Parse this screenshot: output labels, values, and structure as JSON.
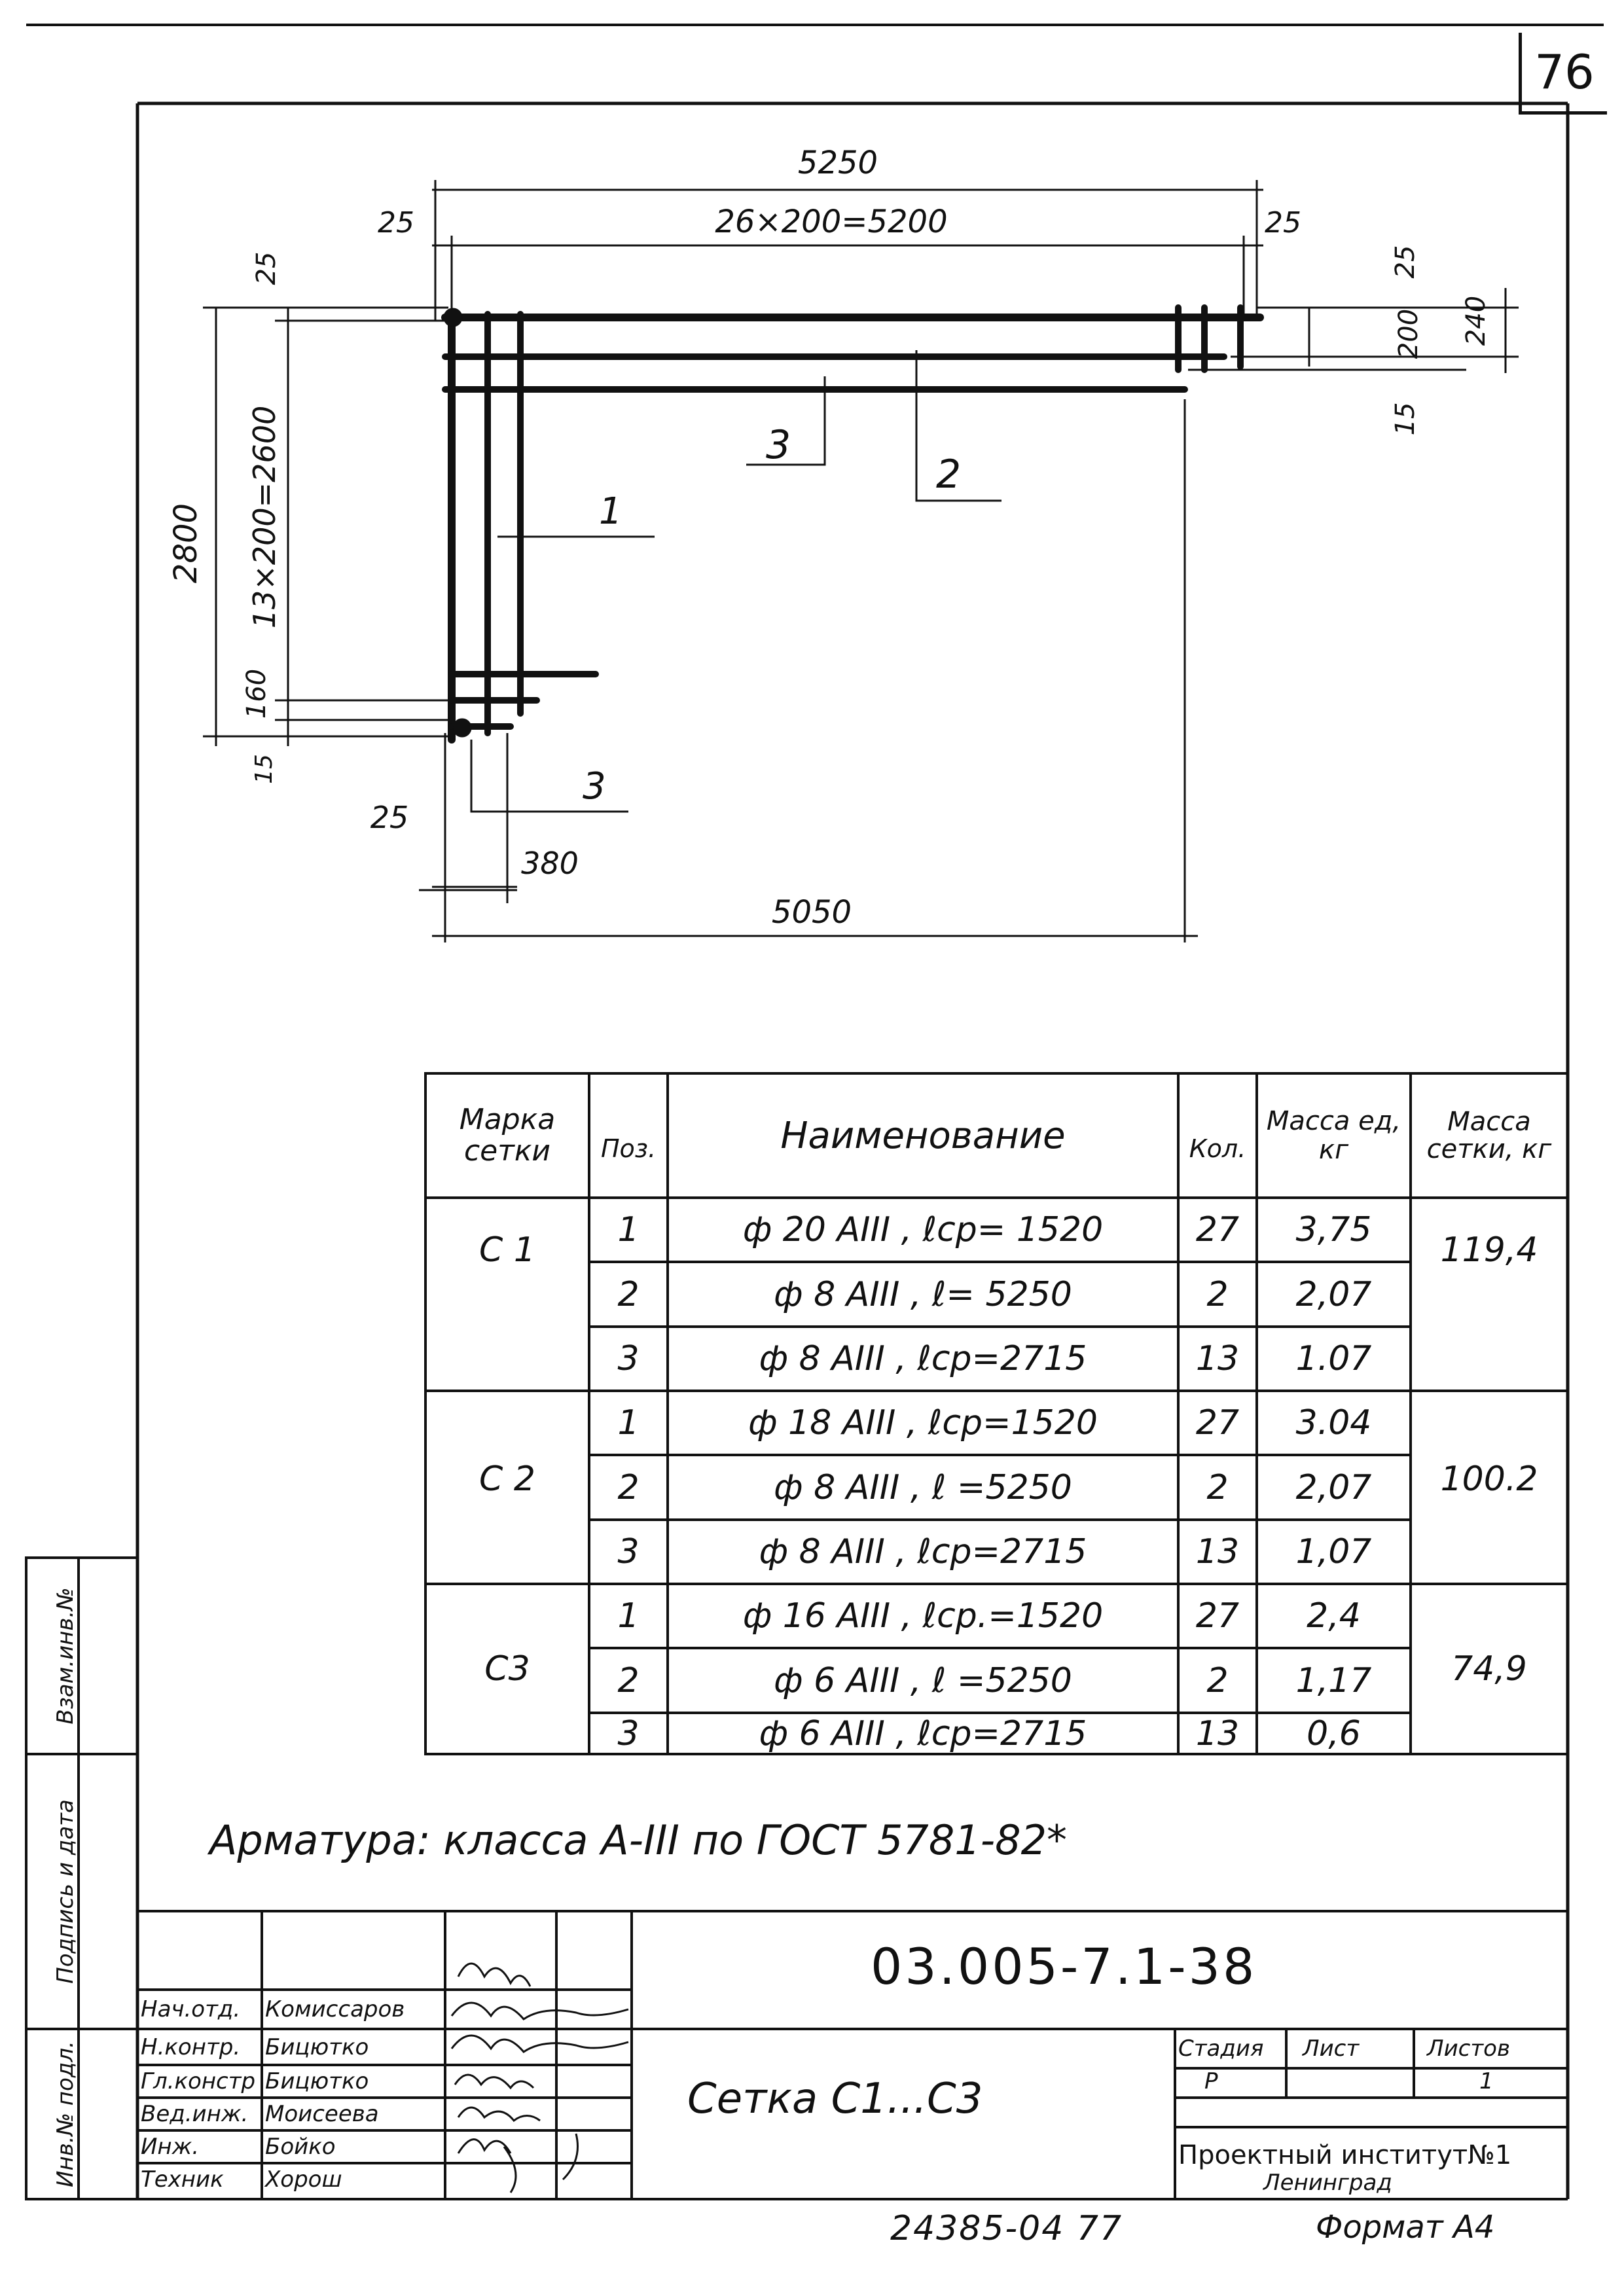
{
  "sheet": {
    "page_number": "76",
    "format_label": "Формат А4",
    "bottom_code": "24385-04 77"
  },
  "drawing": {
    "dims": {
      "top_total": "5250",
      "top_span": "26×200=5200",
      "top_left_offset": "25",
      "top_right_offset": "25",
      "right_25": "25",
      "right_200": "200",
      "right_240": "240",
      "right_15": "15",
      "left_total": "2800",
      "left_span": "13×200=2600",
      "left_25": "25",
      "left_160": "160",
      "left_15": "15",
      "bottom_25": "25",
      "bottom_380": "380",
      "bottom_total": "5050"
    },
    "callouts": {
      "pos1": "1",
      "pos2": "2",
      "pos3_top": "3",
      "pos3_bottom": "3"
    }
  },
  "spec_table": {
    "headers": {
      "mark": "Марка сетки",
      "pos": "Поз.",
      "name": "Наименование",
      "qty": "Кол.",
      "mass_unit": "Масса ед, кг",
      "mass_mesh": "Масса сетки, кг"
    },
    "groups": [
      {
        "mark": "С 1",
        "mass": "119,4",
        "rows": [
          {
            "pos": "1",
            "name": "ф 20 АIII , ℓср= 1520",
            "qty": "27",
            "mass": "3,75"
          },
          {
            "pos": "2",
            "name": "ф 8 АIII , ℓ= 5250",
            "qty": "2",
            "mass": "2,07"
          },
          {
            "pos": "3",
            "name": "ф 8 АIII , ℓср=2715",
            "qty": "13",
            "mass": "1.07"
          }
        ]
      },
      {
        "mark": "С 2",
        "mass": "100.2",
        "rows": [
          {
            "pos": "1",
            "name": "ф 18 АIII , ℓср=1520",
            "qty": "27",
            "mass": "3.04"
          },
          {
            "pos": "2",
            "name": "ф 8 АIII , ℓ =5250",
            "qty": "2",
            "mass": "2,07"
          },
          {
            "pos": "3",
            "name": "ф 8 АIII , ℓср=2715",
            "qty": "13",
            "mass": "1,07"
          }
        ]
      },
      {
        "mark": "С3",
        "mass": "74,9",
        "rows": [
          {
            "pos": "1",
            "name": "ф 16 АIII , ℓср.=1520",
            "qty": "27",
            "mass": "2,4"
          },
          {
            "pos": "2",
            "name": "ф 6 АIII , ℓ =5250",
            "qty": "2",
            "mass": "1,17"
          },
          {
            "pos": "3",
            "name": "ф 6 АIII , ℓср=2715",
            "qty": "13",
            "mass": "0,6"
          }
        ]
      }
    ]
  },
  "note": "Арматура: класса А-III по ГОСТ 5781-82*",
  "title_block": {
    "doc_code": "03.005-7.1-38",
    "title": "Сетка С1...С3",
    "stage_label": "Стадия",
    "sheet_label": "Лист",
    "sheets_label": "Листов",
    "stage_value": "Р",
    "sheet_value": "",
    "sheets_value": "1",
    "org_line1": "Проектный институт№1",
    "org_line2": "Ленинград",
    "staff": [
      {
        "role": "Нач.отд.",
        "name": "Комиссаров"
      },
      {
        "role": "Н.контр.",
        "name": "Бицютко"
      },
      {
        "role": "Гл.констр",
        "name": "Бицютко"
      },
      {
        "role": "Вед.инж.",
        "name": "Моисеева"
      },
      {
        "role": "Инж.",
        "name": "Бойко"
      },
      {
        "role": "Техник",
        "name": "Хорош"
      }
    ]
  },
  "side_stamps": {
    "vzam": "Взам.инв.№",
    "podpis": "Подпись и дата",
    "inv": "Инв.№ подл."
  }
}
